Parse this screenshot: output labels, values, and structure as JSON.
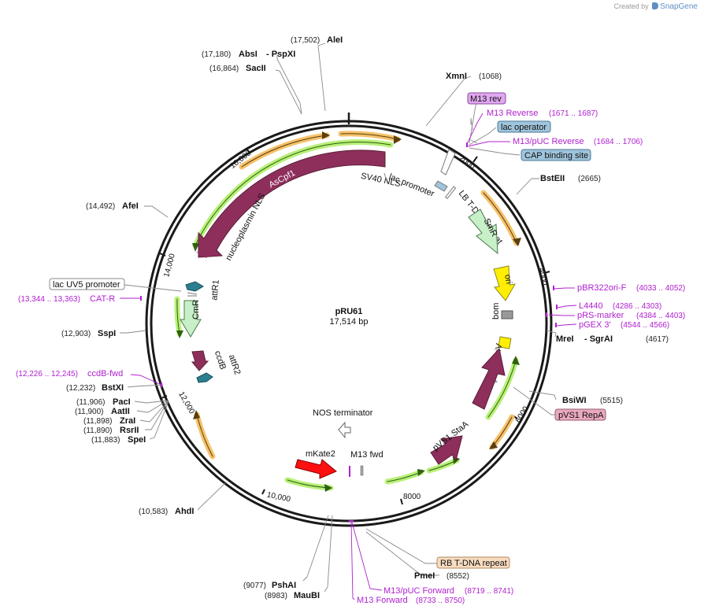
{
  "credit": {
    "prefix": "Created by",
    "brand": "SnapGene"
  },
  "plasmid": {
    "name": "pRU61",
    "size_label": "17,514 bp",
    "length": 17514
  },
  "ticks": [
    "2000",
    "4000",
    "6000",
    "8000",
    "10,000",
    "12,000",
    "14,000",
    "16,000"
  ],
  "enzymes": [
    {
      "name": "AleI",
      "pos": "(17,502)"
    },
    {
      "name": "AbsI",
      "pos": "(17,180)",
      "extra": "- PspXI"
    },
    {
      "name": "SacII",
      "pos": "(16,864)"
    },
    {
      "name": "XmnI",
      "pos": "(1068)"
    },
    {
      "name": "BstEII",
      "pos": "(2665)"
    },
    {
      "name": "AfeI",
      "pos": "(14,492)"
    },
    {
      "name": "SspI",
      "pos": "(12,903)"
    },
    {
      "name": "BstXI",
      "pos": "(12,232)"
    },
    {
      "name": "PacI",
      "pos": "(11,906)"
    },
    {
      "name": "AatII",
      "pos": "(11,900)"
    },
    {
      "name": "ZraI",
      "pos": "(11,898)"
    },
    {
      "name": "RsrII",
      "pos": "(11,890)"
    },
    {
      "name": "SpeI",
      "pos": "(11,883)"
    },
    {
      "name": "MreI",
      "pos": "(4617)",
      "extra": "- SgrAI"
    },
    {
      "name": "BsiWI",
      "pos": "(5515)"
    },
    {
      "name": "PmeI",
      "pos": "(8552)"
    },
    {
      "name": "AhdI",
      "pos": "(10,583)"
    },
    {
      "name": "PshAI",
      "pos": "(9077)"
    },
    {
      "name": "MauBI",
      "pos": "(8983)"
    }
  ],
  "primers": [
    {
      "name": "M13 Reverse",
      "range": "(1671 .. 1687)"
    },
    {
      "name": "M13/pUC Reverse",
      "range": "(1684 .. 1706)"
    },
    {
      "name": "pBR322ori-F",
      "range": "(4033 .. 4052)"
    },
    {
      "name": "L4440",
      "range": "(4286 .. 4303)"
    },
    {
      "name": "pRS-marker",
      "range": "(4384 .. 4403)"
    },
    {
      "name": "pGEX 3'",
      "range": "(4544 .. 4566)"
    },
    {
      "name": "CAT-R",
      "range": "(13,344 .. 13,363)"
    },
    {
      "name": "ccdB-fwd",
      "range": "(12,226 .. 12,245)"
    },
    {
      "name": "M13/pUC Forward",
      "range": "(8719 .. 8741)"
    },
    {
      "name": "M13 Forward",
      "range": "(8733 .. 8750)"
    }
  ],
  "boxed_features": [
    {
      "name": "M13 rev",
      "color": "#e0a8f0"
    },
    {
      "name": "lac operator",
      "color": "#9fc4dc"
    },
    {
      "name": "CAP binding site",
      "color": "#9fc4dc"
    },
    {
      "name": "lac UV5 promoter",
      "color": "#ffffff"
    },
    {
      "name": "pVS1 RepA",
      "color": "#e9a9bf"
    },
    {
      "name": "RB T-DNA repeat",
      "color": "#f8dcc0"
    }
  ],
  "features": [
    {
      "name": "AsCpf1",
      "color": "#8e2f5b"
    },
    {
      "name": "nucleoplasmin NLS",
      "color": "#8e2f5b"
    },
    {
      "name": "SV40 NLS",
      "color": "#8e2f5b"
    },
    {
      "name": "lac promoter",
      "color": "#ffffff"
    },
    {
      "name": "LB T-DNA repeat",
      "color": "#ffffff"
    },
    {
      "name": "SmR",
      "color": "#c8f0c8"
    },
    {
      "name": "ori",
      "color": "#ffee00"
    },
    {
      "name": "bom",
      "color": "#999999"
    },
    {
      "name": "pVS1 oriV",
      "color": "#ffee00"
    },
    {
      "name": "pVS1 StaA",
      "color": "#8e2f5b"
    },
    {
      "name": "NOS terminator",
      "color": "#ffffff"
    },
    {
      "name": "mKate2",
      "color": "#ff1010"
    },
    {
      "name": "M13 fwd",
      "color": "#b020d0"
    },
    {
      "name": "attR1",
      "color": "#2b7f8f"
    },
    {
      "name": "CmR",
      "color": "#c8f0c8"
    },
    {
      "name": "ccdB",
      "color": "#8e2f5b"
    },
    {
      "name": "attR2",
      "color": "#2b7f8f"
    }
  ]
}
